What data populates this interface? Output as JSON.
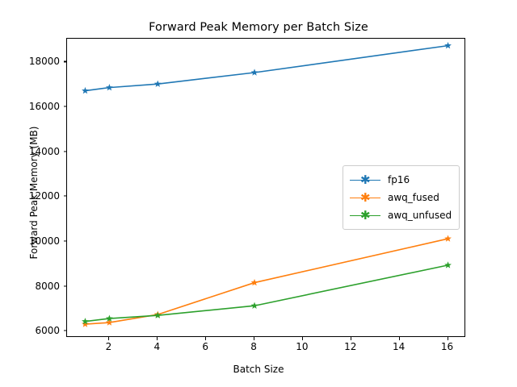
{
  "chart_data": {
    "type": "line",
    "title": "Forward Peak Memory per Batch Size",
    "xlabel": "Batch Size",
    "ylabel": "Forward Peak Memory (MB)",
    "x": [
      1,
      2,
      4,
      8,
      16
    ],
    "xlim": [
      0.25,
      16.75
    ],
    "ylim": [
      5720,
      19060
    ],
    "xticks": [
      2,
      4,
      6,
      8,
      10,
      12,
      14,
      16
    ],
    "xtick_labels": [
      "2",
      "4",
      "6",
      "8",
      "10",
      "12",
      "14",
      "16"
    ],
    "yticks": [
      6000,
      8000,
      10000,
      12000,
      14000,
      16000,
      18000
    ],
    "ytick_labels": [
      "6000",
      "8000",
      "10000",
      "12000",
      "14000",
      "16000",
      "18000"
    ],
    "grid": false,
    "legend_position": "center right",
    "marker": "star",
    "series": [
      {
        "name": "fp16",
        "color": "#1f77b4",
        "values": [
          16740,
          16880,
          17040,
          17550,
          18750
        ]
      },
      {
        "name": "awq_fused",
        "color": "#ff7f0e",
        "values": [
          6330,
          6400,
          6760,
          8180,
          10140
        ]
      },
      {
        "name": "awq_unfused",
        "color": "#2ca02c",
        "values": [
          6450,
          6580,
          6720,
          7150,
          8960
        ]
      }
    ]
  },
  "legend": {
    "items": [
      {
        "label": "fp16"
      },
      {
        "label": "awq_fused"
      },
      {
        "label": "awq_unfused"
      }
    ]
  }
}
